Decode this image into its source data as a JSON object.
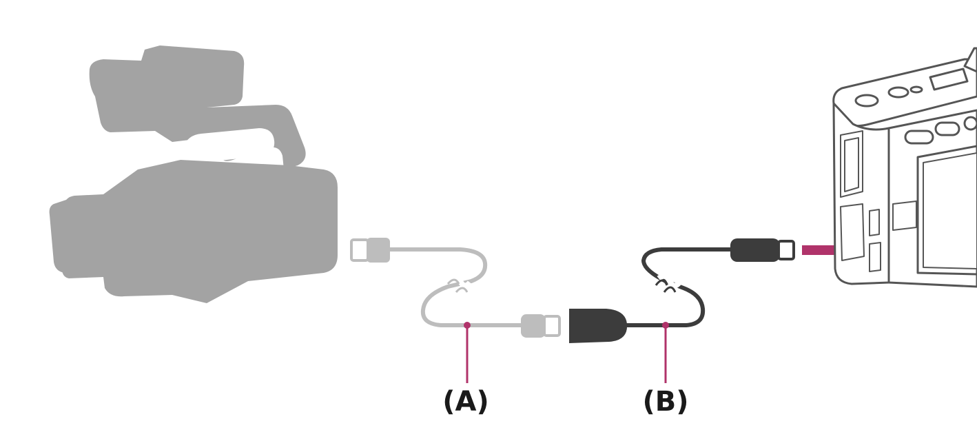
{
  "diagram": {
    "callouts": [
      {
        "id": "A",
        "label": "(A)"
      },
      {
        "id": "B",
        "label": "(B)"
      }
    ],
    "icons": {
      "source": "camcorder-icon",
      "target": "camera-icon",
      "direction": "arrow-right-icon"
    },
    "colors": {
      "background": "#ffffff",
      "device_silhouette": "#a3a3a3",
      "cable_light": "#bdbdbd",
      "cable_dark": "#3c3c3c",
      "accent": "#b0336a",
      "camera_outline": "#555555"
    }
  }
}
